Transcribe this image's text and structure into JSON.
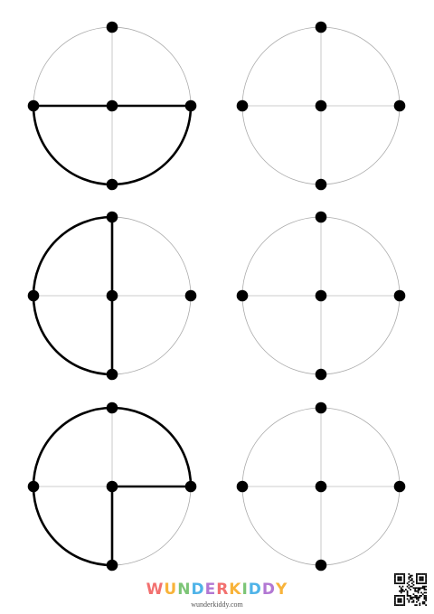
{
  "brand": {
    "logo_letters": [
      {
        "ch": "W",
        "color": "#f2706f"
      },
      {
        "ch": "U",
        "color": "#f8b33a"
      },
      {
        "ch": "N",
        "color": "#7cc576"
      },
      {
        "ch": "D",
        "color": "#4fb3e8"
      },
      {
        "ch": "E",
        "color": "#b277d3"
      },
      {
        "ch": "R",
        "color": "#f2706f"
      },
      {
        "ch": "K",
        "color": "#f8b33a"
      },
      {
        "ch": "I",
        "color": "#7cc576"
      },
      {
        "ch": "D",
        "color": "#4fb3e8"
      },
      {
        "ch": "D",
        "color": "#b277d3"
      },
      {
        "ch": "Y",
        "color": "#f8b33a"
      }
    ],
    "website": "wunderkiddy.com"
  },
  "colors": {
    "guide_circle": "#aaaaaa",
    "guide_axis": "#bbbbbb",
    "dot": "#000000",
    "trace": "#000000"
  },
  "qr_code": {
    "icon": "qr-code-icon"
  },
  "worksheet": {
    "rows": [
      {
        "example": {
          "name": "example-half-circle",
          "segments": [
            "left-right-diameter",
            "bottom-semicircle-arc"
          ]
        },
        "practice": {
          "name": "practice-circle-1",
          "segments": []
        }
      },
      {
        "example": {
          "name": "example-vertical-diameter",
          "segments": [
            "top-bottom-diameter",
            "left-half-arc"
          ]
        },
        "practice": {
          "name": "practice-circle-2",
          "segments": []
        }
      },
      {
        "example": {
          "name": "example-three-quarter",
          "segments": [
            "right-radius",
            "bottom-radius",
            "three-quarter-arc"
          ]
        },
        "practice": {
          "name": "practice-circle-3",
          "segments": []
        }
      }
    ]
  }
}
